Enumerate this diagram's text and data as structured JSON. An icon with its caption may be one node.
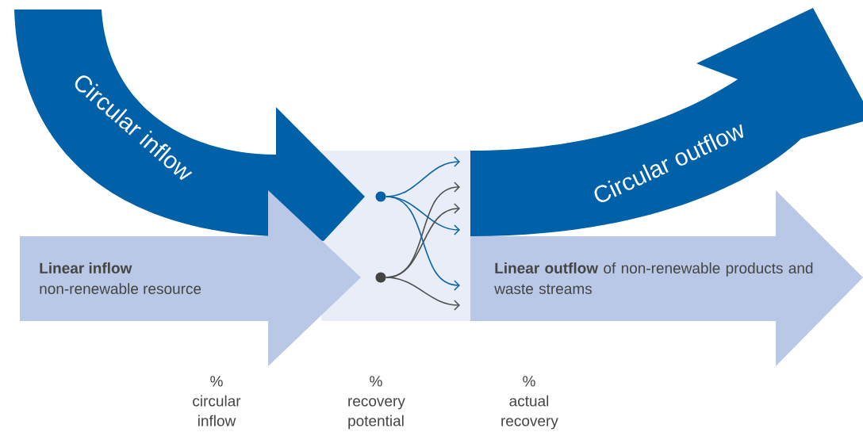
{
  "diagram": {
    "nodes": [
      {
        "text": [
          "Circular inflow"
        ]
      },
      {
        "text": [
          "Linear inflow",
          "non-renewable resource"
        ]
      },
      {
        "text": [],
        "shape": "circle"
      },
      {
        "text": [],
        "shape": "circle"
      },
      {
        "text": [
          "Circular outflow"
        ]
      },
      {
        "text": [
          "**Linear outflow** of non-renewable products and waste streams"
        ]
      }
    ],
    "edges": [
      {
        "from": 2,
        "to": null,
        "arrow": "to",
        "color": "#0a64aa"
      },
      {
        "from": 2,
        "to": null,
        "arrow": "to",
        "color": "#0a64aa"
      },
      {
        "from": 2,
        "to": null,
        "arrow": "to",
        "color": "#0a64aa"
      },
      {
        "from": 3,
        "to": null,
        "arrow": "to",
        "color": "#505050"
      },
      {
        "from": 3,
        "to": null,
        "arrow": "to",
        "color": "#505050"
      },
      {
        "from": 3,
        "to": null,
        "arrow": "to",
        "color": "#505050"
      }
    ],
    "labels": [
      "% circular inflow",
      "% recovery potential",
      "% actual recovery"
    ]
  }
}
